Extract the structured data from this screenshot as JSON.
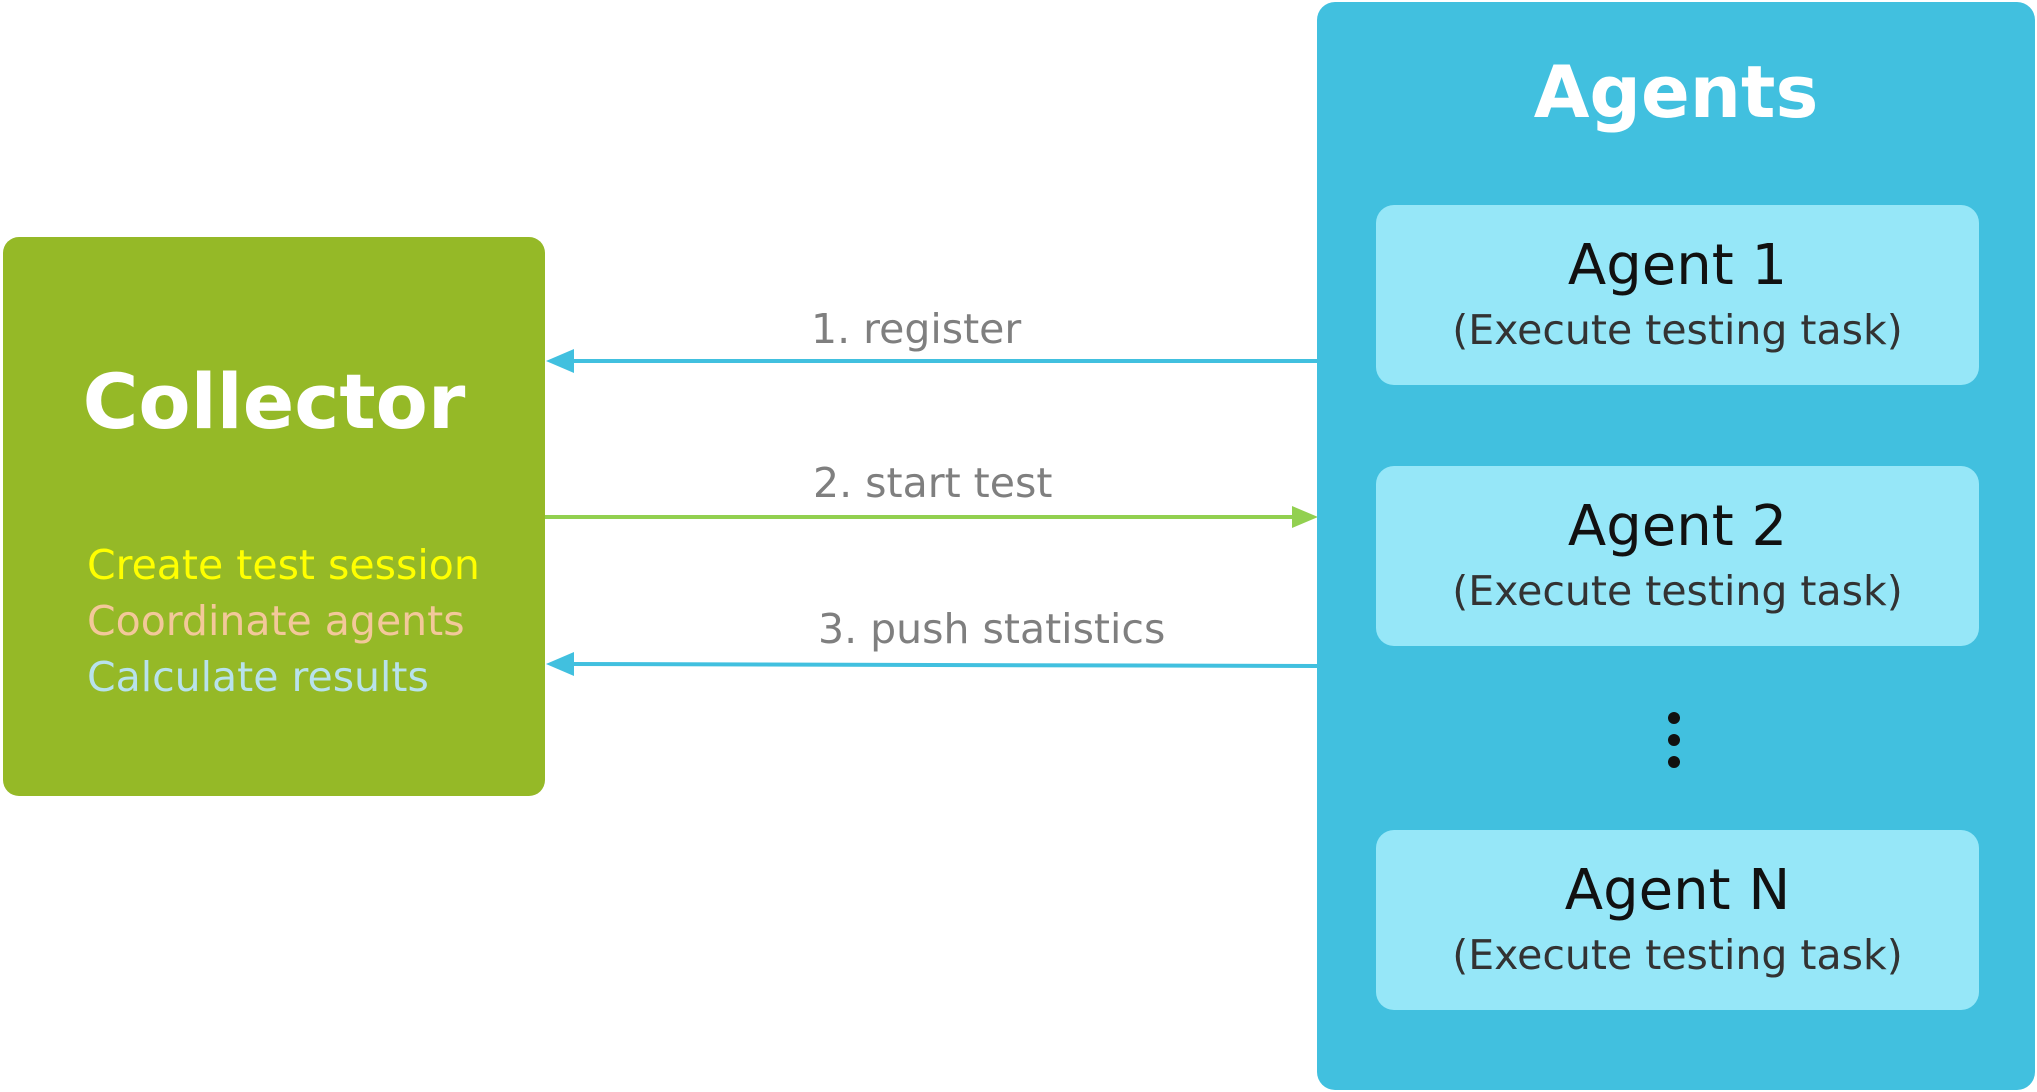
{
  "collector": {
    "title": "Collector",
    "tasks": [
      {
        "text": "Create test session",
        "color": "#ffff00"
      },
      {
        "text": "Coordinate agents",
        "color": "#f3c89a"
      },
      {
        "text": "Calculate results",
        "color": "#b8e2ec"
      }
    ],
    "color": "#95b927"
  },
  "agents": {
    "title": "Agents",
    "color": "#41c0df",
    "card_color": "#96e7f8",
    "items": [
      {
        "name": "Agent 1",
        "task": "(Execute testing task)"
      },
      {
        "name": "Agent 2",
        "task": "(Execute testing task)"
      },
      {
        "name": "Agent N",
        "task": "(Execute testing task)"
      }
    ]
  },
  "arrows": [
    {
      "label": "1. register",
      "direction": "agents-to-collector",
      "color": "#41c0df"
    },
    {
      "label": "2. start test",
      "direction": "collector-to-agents",
      "color": "#92d050"
    },
    {
      "label": "3. push statistics",
      "direction": "agents-to-collector",
      "color": "#41c0df"
    }
  ]
}
